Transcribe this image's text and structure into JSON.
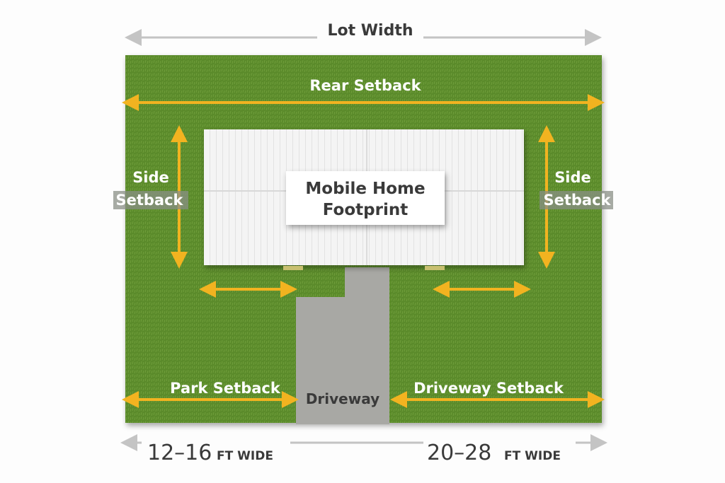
{
  "title": "Lot Width",
  "labels": {
    "rear_setback": "Rear Setback",
    "side_setback_left_1": "Side",
    "side_setback_left_2": "Setback",
    "side_setback_right_1": "Side",
    "side_setback_right_2": "Setback",
    "home_line1": "Mobile Home",
    "home_line2": "Footprint",
    "park_setback": "Park Setback",
    "driveway": "Driveway",
    "driveway_setback": "Driveway Setback"
  },
  "bottom": {
    "left_range": "12–16",
    "left_unit": "FT WIDE",
    "right_range": "20–28",
    "right_unit": "FT WIDE"
  },
  "colors": {
    "grass": "#5a8a2c",
    "arrow": "#f2b320",
    "roof": "#f3f3f3",
    "driveway": "#a8a8a4",
    "dimension": "#c4c4c4"
  }
}
